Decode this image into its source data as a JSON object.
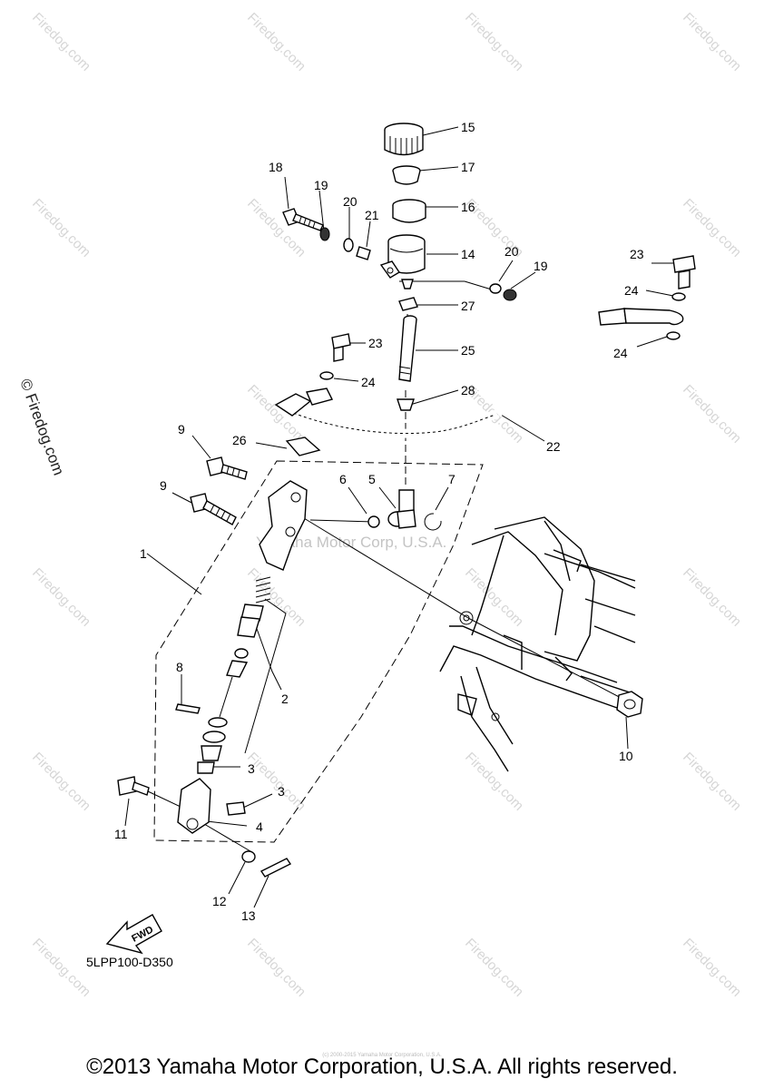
{
  "watermark_text": "Firedog.com",
  "watermark_large": "© Firedog.com",
  "corp_watermark": "Yamaha Motor Corp, U.S.A.",
  "diagram_code": "5LPP100-D350",
  "fwd_label": "FWD",
  "copyright": "©2013 Yamaha Motor Corporation, U.S.A. All rights reserved.",
  "small_copyright": "(c) 2000-2015 Yamaha Motor Corporation, U.S.A.",
  "callouts": [
    "1",
    "2",
    "3",
    "3",
    "4",
    "5",
    "6",
    "7",
    "8",
    "9",
    "9",
    "10",
    "11",
    "12",
    "13",
    "14",
    "15",
    "16",
    "17",
    "18",
    "19",
    "19",
    "20",
    "20",
    "21",
    "22",
    "23",
    "23",
    "24",
    "24",
    "24",
    "25",
    "26",
    "27",
    "28"
  ],
  "colors": {
    "line": "#000000",
    "watermark": "#d6d6d6"
  }
}
